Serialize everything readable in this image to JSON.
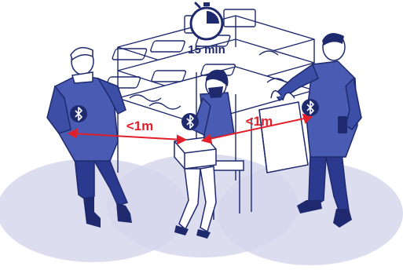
{
  "timer": {
    "label": "15 min"
  },
  "distances": [
    {
      "label": "<1m"
    },
    {
      "label": "<1m"
    }
  ],
  "icons": {
    "timer": "stopwatch-icon",
    "bluetooth": "bluetooth-icon"
  },
  "colors": {
    "navy": "#1f2a6e",
    "red": "#e0202a",
    "zone": "#d6d7ec",
    "line": "#1f2a6e"
  }
}
